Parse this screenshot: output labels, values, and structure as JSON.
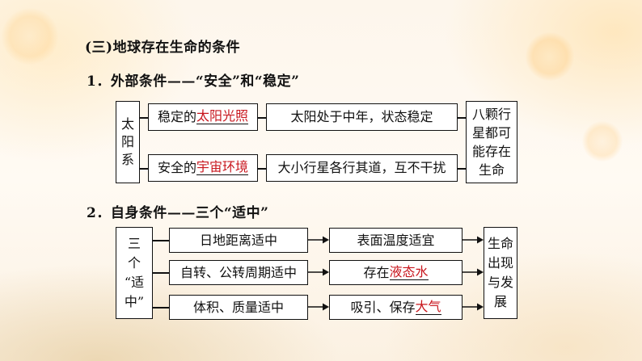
{
  "title": "(三)地球存在生命的条件",
  "section1": {
    "heading": "1．外部条件——“安全”和“稳定”",
    "left_label": [
      "太",
      "阳",
      "系"
    ],
    "rows": [
      {
        "cause_prefix": "稳定的",
        "cause_key": "太阳光照",
        "effect": "太阳处于中年，状态稳定"
      },
      {
        "cause_prefix": "安全的",
        "cause_key": "宇宙环境",
        "effect": "大小行星各行其道，互不干扰"
      }
    ],
    "result": [
      "八颗行",
      "星都可",
      "能存在",
      "生命"
    ]
  },
  "section2": {
    "heading": "2．自身条件——三个“适中”",
    "left_label": [
      "三",
      "个",
      "“适",
      "中”"
    ],
    "rows": [
      {
        "cause": "日地距离适中",
        "effect_prefix": "表面温度适宜",
        "effect_key": ""
      },
      {
        "cause": "自转、公转周期适中",
        "effect_prefix": "存在",
        "effect_key": "液态水"
      },
      {
        "cause": "体积、质量适中",
        "effect_prefix": "吸引、保存",
        "effect_key": "大气"
      }
    ],
    "result": [
      "生命",
      "出现",
      "与发",
      "展"
    ]
  },
  "colors": {
    "key_text": "#c8161d",
    "border": "#111111"
  }
}
